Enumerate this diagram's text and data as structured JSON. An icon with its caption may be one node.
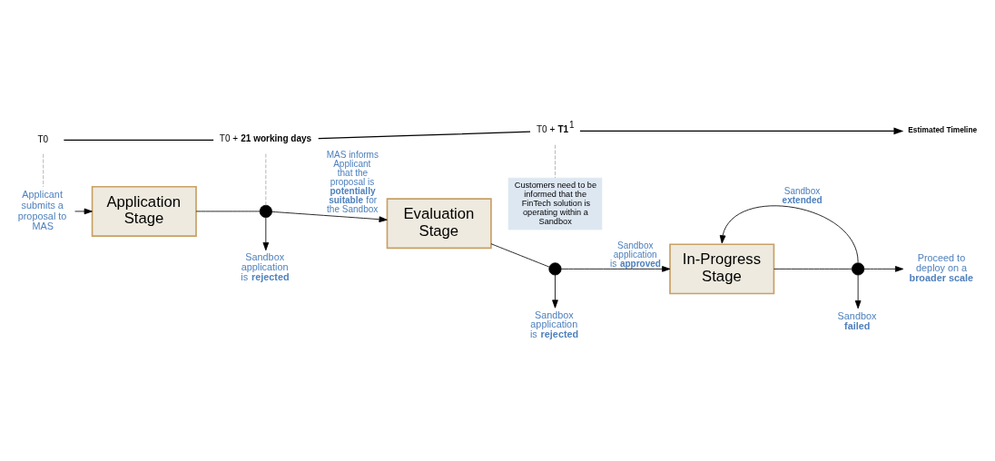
{
  "diagram": {
    "nodes": [
      {
        "text": [
          "Applicant submits a proposal to MAS"
        ]
      },
      {
        "text": [
          "Application Stage"
        ]
      },
      {
        "text": [],
        "shape": "circle"
      },
      {
        "text": [
          "Evaluation Stage"
        ]
      },
      {
        "text": [],
        "shape": "circle"
      },
      {
        "text": [
          "In-Progress Stage"
        ]
      },
      {
        "text": [],
        "shape": "circle"
      },
      {
        "text": [
          "Proceed to deploy on a **broader scale**"
        ]
      },
      {
        "text": [
          "Sandbox application is **rejected**"
        ]
      },
      {
        "text": [
          "Sandbox application is **rejected**"
        ]
      },
      {
        "text": [
          "Sandbox **failed**"
        ]
      },
      {
        "text": [
          "Customers need to be informed that the FinTech solution is operating within a Sandbox"
        ]
      },
      {
        "text": [
          "T0"
        ]
      },
      {
        "text": [
          "T0 + **21 working days**"
        ]
      },
      {
        "text": [
          "T0 + **T1**$^{1}$"
        ]
      },
      {
        "text": [
          "Estimated Timeline"
        ]
      }
    ],
    "edges": [
      {
        "from": 0,
        "to": 1,
        "arrow": "to"
      },
      {
        "from": 1,
        "to": 2,
        "arrow": "none"
      },
      {
        "from": 2,
        "to": 3,
        "arrow": "to",
        "label": "MAS informs Applicant that the proposal is **potentially suitable** for the Sandbox"
      },
      {
        "from": 3,
        "to": 4,
        "arrow": "none"
      },
      {
        "from": 4,
        "to": 5,
        "arrow": "to",
        "label": "Sandbox application is **approved**"
      },
      {
        "from": 5,
        "to": 6,
        "arrow": "none"
      },
      {
        "from": 6,
        "to": 7,
        "arrow": "to"
      },
      {
        "from": 2,
        "to": 8,
        "arrow": "to"
      },
      {
        "from": 4,
        "to": 9,
        "arrow": "to"
      },
      {
        "from": 6,
        "to": 10,
        "arrow": "to"
      },
      {
        "from": 6,
        "to": 5,
        "arrow": "to",
        "label": "Sandbox **extended**"
      },
      {
        "from": 12,
        "to": 13,
        "arrow": "none"
      },
      {
        "from": 13,
        "to": 14,
        "arrow": "none"
      },
      {
        "from": 14,
        "to": 15,
        "arrow": "to"
      },
      {
        "from": 12,
        "to": 0,
        "arrow": "none",
        "style": "dashed",
        "color": "#aaaaaa"
      },
      {
        "from": 13,
        "to": 2,
        "arrow": "none",
        "style": "dashed",
        "color": "#aaaaaa"
      },
      {
        "from": 14,
        "to": 11,
        "arrow": "none",
        "style": "dashed",
        "color": "#aaaaaa"
      }
    ]
  }
}
